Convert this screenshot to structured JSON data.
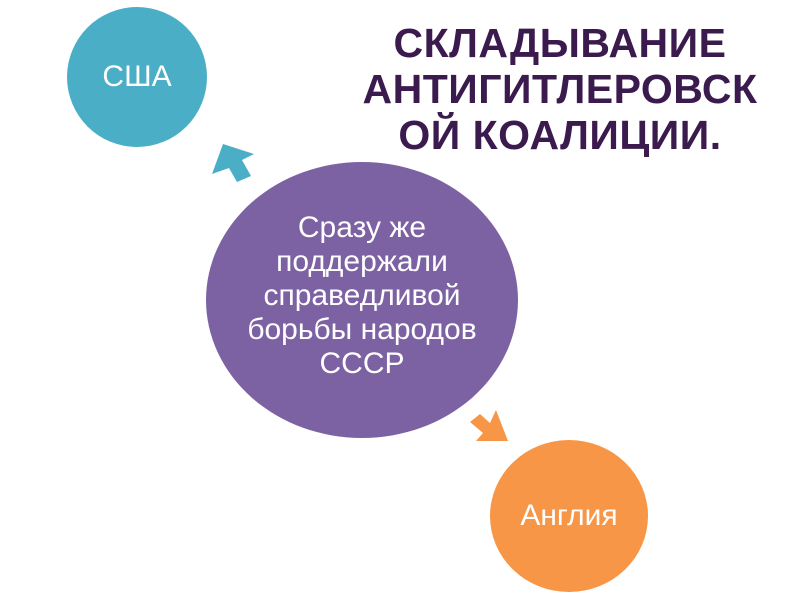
{
  "title": {
    "lines": [
      "СКЛАДЫВАНИЕ",
      "АНТИГИТЛЕРОВСК",
      "ОЙ КОАЛИЦИИ."
    ]
  },
  "nodes": {
    "usa": {
      "label": "США",
      "color": "#4aafc6"
    },
    "center": {
      "lines": [
        "Сразу же",
        "поддержали",
        "справедливой",
        "борьбы народов",
        "СССР"
      ],
      "color": "#7d62a3"
    },
    "england": {
      "label": "Англия",
      "color": "#f79646"
    }
  },
  "arrows": {
    "to_usa_color": "#4aafc6",
    "to_england_color": "#f79646"
  },
  "colors": {
    "title": "#3b1a4e"
  }
}
